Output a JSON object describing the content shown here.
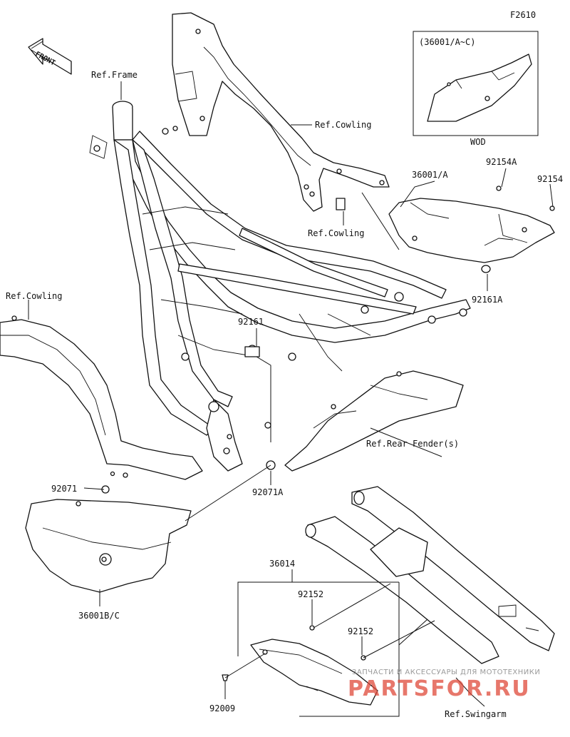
{
  "figure_code": "F2610",
  "front_badge": "FRONT",
  "inset": {
    "title": "(36001/A~C)",
    "caption": "WOD"
  },
  "labels": {
    "ref_frame": "Ref.Frame",
    "ref_cowling_top": "Ref.Cowling",
    "ref_cowling_mid": "Ref.Cowling",
    "ref_cowling_left": "Ref.Cowling",
    "part_36001a": "36001/A",
    "part_92154a": "92154A",
    "part_92154": "92154",
    "part_92161a": "92161A",
    "part_92161": "92161",
    "ref_rear_fender": "Ref.Rear Fender(s)",
    "part_92071": "92071",
    "part_92071a": "92071A",
    "part_36001bc": "36001B/C",
    "part_36014": "36014",
    "part_92152_a": "92152",
    "part_92152_b": "92152",
    "part_92009": "92009",
    "ref_swingarm": "Ref.Swingarm"
  },
  "watermark": {
    "line1": "ЗАПЧАСТИ И АКСЕССУАРЫ ДЛЯ МОТОТЕХНИКИ",
    "line2": "PARTSFOR.RU",
    "color": "#e04a3a"
  }
}
